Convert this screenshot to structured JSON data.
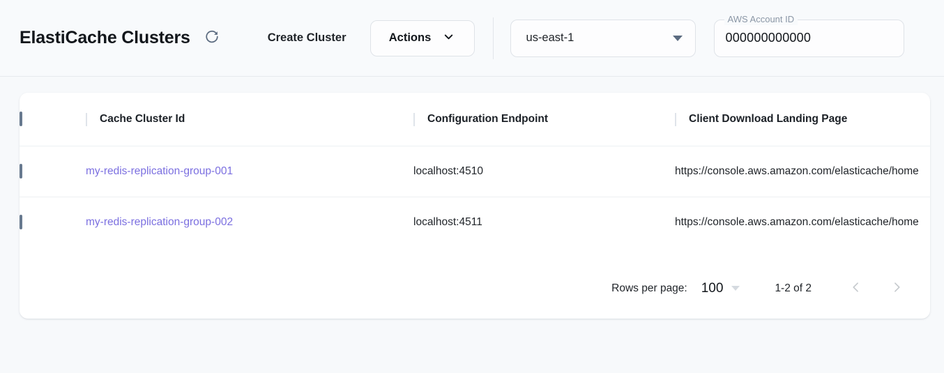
{
  "header": {
    "title": "ElastiCache Clusters",
    "refresh_icon": "refresh-icon",
    "create_cluster_label": "Create Cluster",
    "actions_label": "Actions",
    "actions_caret_icon": "chevron-down-icon",
    "region": {
      "value": "us-east-1",
      "caret_icon": "dropdown-triangle-icon"
    },
    "account": {
      "label": "AWS Account ID",
      "value": "000000000000"
    }
  },
  "table": {
    "select_all_checkbox": "unchecked",
    "columns": [
      {
        "key": "cluster_id",
        "label": "Cache Cluster Id"
      },
      {
        "key": "config_endpoint",
        "label": "Configuration Endpoint"
      },
      {
        "key": "landing_page",
        "label": "Client Download Landing Page"
      }
    ],
    "rows": [
      {
        "checkbox": "unchecked",
        "cluster_id": "my-redis-replication-group-001",
        "config_endpoint": "localhost:4510",
        "landing_page": "https://console.aws.amazon.com/elasticache/home"
      },
      {
        "checkbox": "unchecked",
        "cluster_id": "my-redis-replication-group-002",
        "config_endpoint": "localhost:4511",
        "landing_page": "https://console.aws.amazon.com/elasticache/home"
      }
    ]
  },
  "pagination": {
    "rows_per_page_label": "Rows per page:",
    "rows_per_page_value": "100",
    "rows_per_page_caret_icon": "dropdown-triangle-icon",
    "range_label": "1-2 of 2",
    "prev_icon": "chevron-left-icon",
    "next_icon": "chevron-right-icon"
  },
  "colors": {
    "page_background": "#f7f9fb",
    "header_background": "#f8fafc",
    "card_background": "#ffffff",
    "link": "#7b6fe0",
    "checkbox_border": "#67798f",
    "text": "#1f2328"
  }
}
